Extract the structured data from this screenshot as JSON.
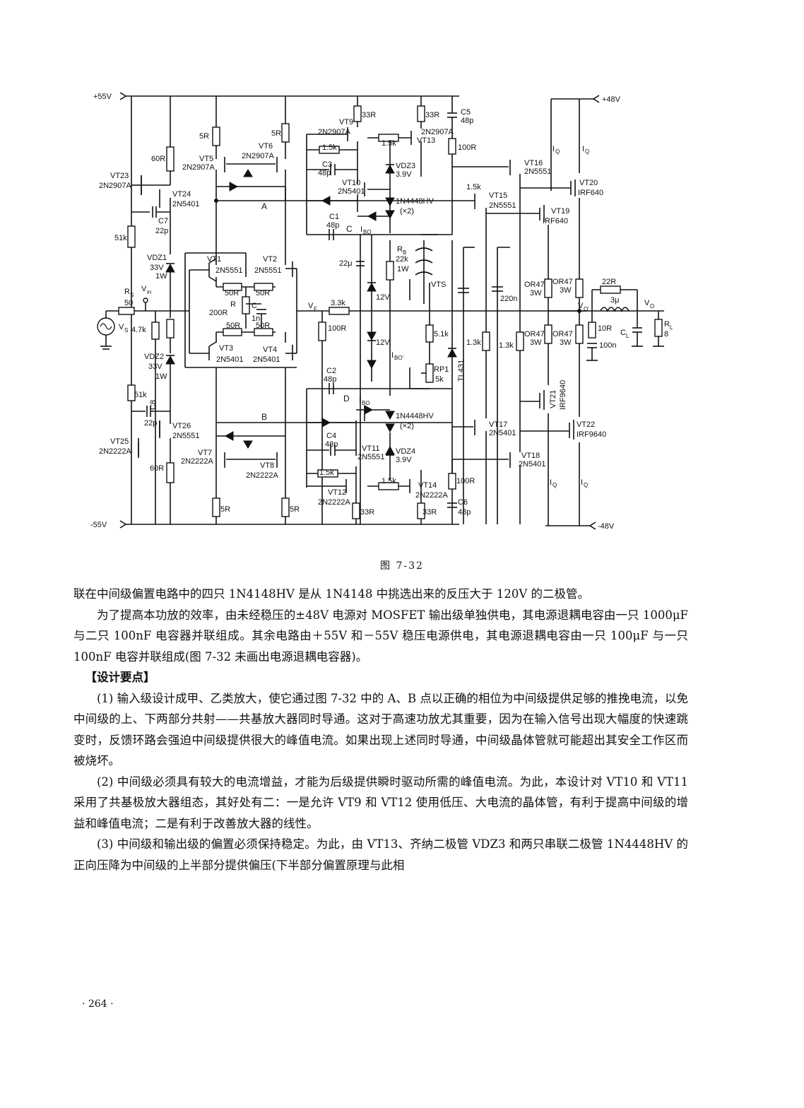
{
  "figure": {
    "labels": {
      "vplus55": "+55V",
      "vminus55": "-55V",
      "vplus48": "+48V",
      "vminus48": "-48V",
      "vt1": "VT1",
      "vt1_type": "2N5551",
      "vt2": "VT2",
      "vt2_type": "2N5551",
      "vt3": "VT3",
      "vt3_type": "2N5401",
      "vt4": "VT4",
      "vt4_type": "2N5401",
      "vt5": "VT5",
      "vt5_type": "2N2907A",
      "vt6": "VT6",
      "vt6_type": "2N2907A",
      "vt7": "VT7",
      "vt7_type": "2N2222A",
      "vt8": "VT8",
      "vt8_type": "2N2222A",
      "vt9": "VT9",
      "vt9_type": "2N2907A",
      "vt10": "VT10",
      "vt10_type": "2N5401",
      "vt11": "VT11",
      "vt11_type": "2N5551",
      "vt12": "VT12",
      "vt12_type": "2N2222A",
      "vt13": "VT13",
      "vt13_type": "2N2907A",
      "vt14": "VT14",
      "vt14_type": "2N2222A",
      "vt15": "VT15",
      "vt15_type": "2N5551",
      "vt16": "VT16",
      "vt16_type": "2N5551",
      "vt17": "VT17",
      "vt17_type": "2N5401",
      "vt18": "VT18",
      "vt18_type": "2N5401",
      "vt19": "VT19",
      "vt19_type": "IRF640",
      "vt20": "VT20",
      "vt20_type": "IRF640",
      "vt21": "VT21",
      "vt21_type": "IRF9640",
      "vt22": "VT22",
      "vt22_type": "IRF9640",
      "vt23": "VT23",
      "vt23_type": "2N2907A",
      "vt24": "VT24",
      "vt24_type": "2N5401",
      "vt25": "VT25",
      "vt25_type": "2N2222A",
      "vt26": "VT26",
      "vt26_type": "2N5551",
      "vts": "VTS",
      "tl431": "TL431",
      "vdz1": "VDZ1",
      "vdz1_v": "33V",
      "vdz1_w": "1W",
      "vdz2": "VDZ2",
      "vdz2_v": "33V",
      "vdz2_w": "1W",
      "vdz3": "VDZ3",
      "vdz3_v": "3.9V",
      "vdz4": "VDZ4",
      "vdz4_v": "3.9V",
      "diode_top": "1N4448HV",
      "diode_top_n": "(×2)",
      "diode_bot": "1N4448HV",
      "diode_bot_n": "(×2)",
      "z12a": "12V",
      "z12b": "12V",
      "r5r_a": "5R",
      "r5r_b": "5R",
      "r5r_c": "5R",
      "r5r_d": "5R",
      "r33_a": "33R",
      "r33_b": "33R",
      "r33_c": "33R",
      "r33_d": "33R",
      "r60_a": "60R",
      "r60_b": "60R",
      "r51k_a": "51k",
      "r51k_b": "51k",
      "r15k_a": "1.5k",
      "r15k_b": "1.5k",
      "r15k_c": "1.5k",
      "r15k_d": "1.5k",
      "r15k_e": "1.5k",
      "r100_a": "100R",
      "r100_b": "100R",
      "r100_c": "100R",
      "r50_a": "50R",
      "r50_b": "50R",
      "r50_c": "50R",
      "r50_d": "50R",
      "r200": "200R",
      "r_letter": "R",
      "c_letter": "C",
      "c1n": "1n",
      "rs": "R",
      "rs_sub": "S",
      "rs_val": "50",
      "vin": "V",
      "vin_sub": "in",
      "vs": "V",
      "vs_sub": "S",
      "r47k": "4.7k",
      "r33k": "3.3k",
      "vf": "V",
      "vf_sub": "F",
      "rb": "R",
      "rb_sub": "B",
      "rb_val": "22k",
      "rb_w": "1W",
      "r51": "5.1k",
      "rp1": "RP1",
      "rp1_val": "5k",
      "r13k_a": "1.3k",
      "r13k_b": "1.3k",
      "or47_a": "OR47",
      "or47_b": "OR47",
      "or47_c": "OR47",
      "or47_d": "OR47",
      "w3_a": "3W",
      "w3_b": "3W",
      "w3_c": "3W",
      "w3_d": "3W",
      "r22": "22R",
      "l3u": "3μ",
      "r10": "10R",
      "c100n": "100n",
      "cl": "C",
      "cl_sub": "L",
      "rl": "R",
      "rl_sub": "L",
      "rl_val": "8",
      "vo1": "V",
      "vo1_sub": "O'",
      "vo": "V",
      "vo_sub": "O",
      "c220n": "220n",
      "c22u": "22μ",
      "c1": "C1",
      "c1v": "48p",
      "c2": "C2",
      "c2v": "48p",
      "c3": "C3",
      "c3v": "48p",
      "c4": "C4",
      "c4v": "48p",
      "c5": "C5",
      "c5v": "48p",
      "c6": "C6",
      "c6v": "48p",
      "c7": "C7",
      "c7v": "22p",
      "c8": "C8",
      "c8v": "22p",
      "pt_a": "A",
      "pt_b": "B",
      "pt_c": "C",
      "pt_d": "D",
      "i_bo": "I",
      "i_bo_sub": "BO",
      "i_bo2": "I",
      "i_bo2_sub": "BO",
      "i_q": "I",
      "i_q_sub": "Q",
      "i_bo3": "I",
      "i_bo3_sub": "BO'"
    }
  },
  "caption": "图  7-32",
  "paragraphs": [
    {
      "style": "plain",
      "text": "联在中间级偏置电路中的四只 1N4148HV 是从 1N4148 中挑选出来的反压大于 120V 的二极管。"
    },
    {
      "style": "ind",
      "text": "为了提高本功放的效率，由未经稳压的±48V 电源对 MOSFET 输出级单独供电，其电源退耦电容由一只 1000μF 与二只 100nF 电容器并联组成。其余电路由＋55V 和－55V 稳压电源供电，其电源退耦电容由一只 100μF 与一只 100nF 电容并联组成(图 7-32 未画出电源退耦电容器)。"
    },
    {
      "style": "head",
      "text": "【设计要点】"
    },
    {
      "style": "ind",
      "text": "(1) 输入级设计成甲、乙类放大，使它通过图 7-32 中的 A、B 点以正确的相位为中间级提供足够的推挽电流，以免中间级的上、下两部分共射——共基放大器同时导通。这对于高速功放尤其重要，因为在输入信号出现大幅度的快速跳变时，反馈环路会强迫中间级提供很大的峰值电流。如果出现上述同时导通，中间级晶体管就可能超出其安全工作区而被烧坏。"
    },
    {
      "style": "ind",
      "text": "(2) 中间级必须具有较大的电流增益，才能为后级提供瞬时驱动所需的峰值电流。为此，本设计对 VT10 和 VT11 采用了共基极放大器组态，其好处有二：一是允许 VT9 和 VT12 使用低压、大电流的晶体管，有利于提高中间级的增益和峰值电流；二是有利于改善放大器的线性。"
    },
    {
      "style": "ind",
      "text": "(3) 中间级和输出级的偏置必须保持稳定。为此，由 VT13、齐纳二极管 VDZ3 和两只串联二极管 1N4448HV 的正向压降为中间级的上半部分提供偏压(下半部分偏置原理与此相"
    }
  ],
  "page_number": "· 264 ·"
}
